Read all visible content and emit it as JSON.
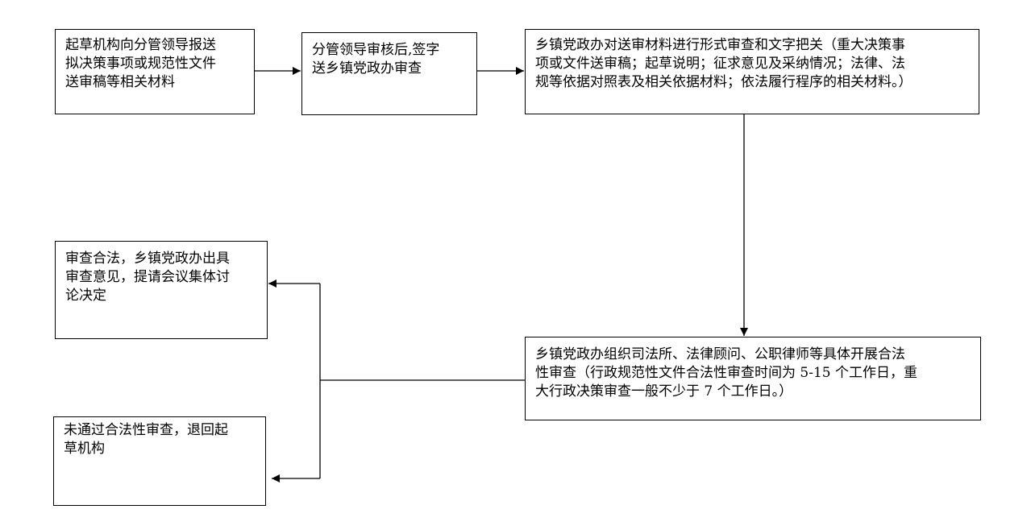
{
  "flowchart": {
    "step1": "起草机构向分管领导报送\n拟决策事项或规范性文件\n送审稿等相关材料",
    "step2": "分管领导审核后,签字\n送乡镇党政办审查",
    "step3": "乡镇党政办对送审材料进行形式审查和文字把关（重大决策事\n项或文件送审稿；起草说明；征求意见及采纳情况；法律、法\n规等依据对照表及相关依据材料；依法履行程序的相关材料。）",
    "step4": "乡镇党政办组织司法所、法律顾问、公职律师等具体开展合法\n性审查（行政规范性文件合法性审查时间为 5-15 个工作日，重\n大行政决策审查一般不少于 7 个工作日。）",
    "outcome_pass": "审查合法，乡镇党政办出具\n审查意见，提请会议集体讨\n论决定",
    "outcome_fail": "未通过合法性审查，退回起\n草机构"
  }
}
